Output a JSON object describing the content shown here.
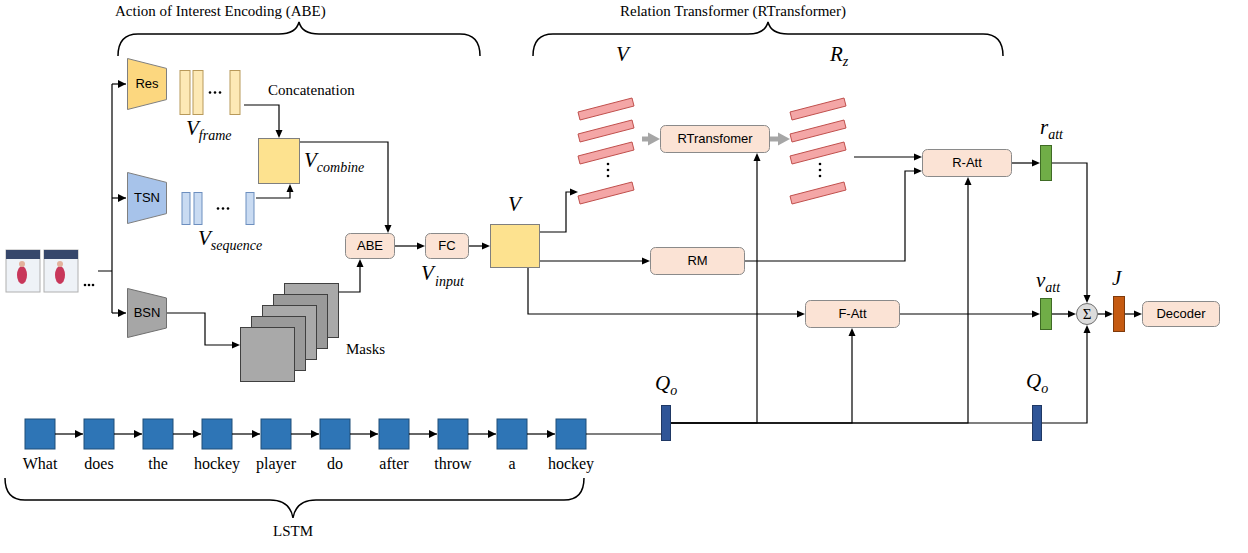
{
  "diagram": {
    "nodes": [
      {
        "text": [
          "Res"
        ]
      },
      {
        "text": [
          "TSN"
        ]
      },
      {
        "text": [
          "BSN"
        ]
      },
      {
        "text": [
          "V",
          "frame"
        ]
      },
      {
        "text": [
          "V",
          "sequence"
        ]
      },
      {
        "text": [
          "V",
          "combine"
        ]
      },
      {
        "text": [
          "Masks"
        ]
      },
      {
        "text": [
          "ABE"
        ]
      },
      {
        "text": [
          "FC"
        ]
      },
      {
        "text": [
          "V"
        ]
      },
      {
        "text": [
          "V"
        ]
      },
      {
        "text": [
          "RTransfomer"
        ]
      },
      {
        "text": [
          "R",
          "z"
        ]
      },
      {
        "text": [
          "R-Att"
        ]
      },
      {
        "text": [
          "RM"
        ]
      },
      {
        "text": [
          "F-Att"
        ]
      },
      {
        "text": [
          "r",
          "att"
        ]
      },
      {
        "text": [
          "v",
          "att"
        ]
      },
      {
        "text": [
          "Σ"
        ]
      },
      {
        "text": [
          "J"
        ]
      },
      {
        "text": [
          "Decoder"
        ]
      },
      {
        "text": [
          "Q",
          "o"
        ]
      },
      {
        "text": [
          "Q",
          "o"
        ]
      }
    ],
    "edges": [
      {
        "from": 3,
        "to": 5,
        "arrow": "to"
      },
      {
        "from": 4,
        "to": 5,
        "arrow": "to"
      },
      {
        "from": 2,
        "to": 6,
        "arrow": "to"
      },
      {
        "from": 5,
        "to": 7,
        "arrow": "to"
      },
      {
        "from": 6,
        "to": 7,
        "arrow": "to"
      },
      {
        "from": 7,
        "to": 8,
        "arrow": "to"
      },
      {
        "from": 8,
        "to": 9,
        "arrow": "to"
      },
      {
        "from": 9,
        "to": 10,
        "arrow": "to"
      },
      {
        "from": 10,
        "to": 11,
        "arrow": "to"
      },
      {
        "from": 11,
        "to": 12,
        "arrow": "to"
      },
      {
        "from": 9,
        "to": 14,
        "arrow": "to"
      },
      {
        "from": 9,
        "to": 15,
        "arrow": "to"
      },
      {
        "from": 12,
        "to": 13,
        "arrow": "to"
      },
      {
        "from": 14,
        "to": 13,
        "arrow": "to"
      },
      {
        "from": 13,
        "to": 16,
        "arrow": "to"
      },
      {
        "from": 15,
        "to": 17,
        "arrow": "to"
      },
      {
        "from": 16,
        "to": 18,
        "arrow": "to"
      },
      {
        "from": 17,
        "to": 18,
        "arrow": "to"
      },
      {
        "from": 22,
        "to": 18,
        "arrow": "to"
      },
      {
        "from": 18,
        "to": 19,
        "arrow": "to"
      },
      {
        "from": 19,
        "to": 20,
        "arrow": "to"
      },
      {
        "from": 21,
        "to": 11,
        "arrow": "to"
      },
      {
        "from": 21,
        "to": 15,
        "arrow": "to"
      },
      {
        "from": 21,
        "to": 13,
        "arrow": "to"
      },
      {
        "from": 21,
        "to": 22,
        "arrow": "none"
      }
    ],
    "labels": [
      "Action of Interest Encoding (ABE)",
      "Relation Transformer (RTransformer)",
      "Concatenation",
      "V",
      "input",
      "What",
      "does",
      "the",
      "hockey",
      "player",
      "do",
      "after",
      "throw",
      "a",
      "hockey",
      "LSTM"
    ]
  }
}
